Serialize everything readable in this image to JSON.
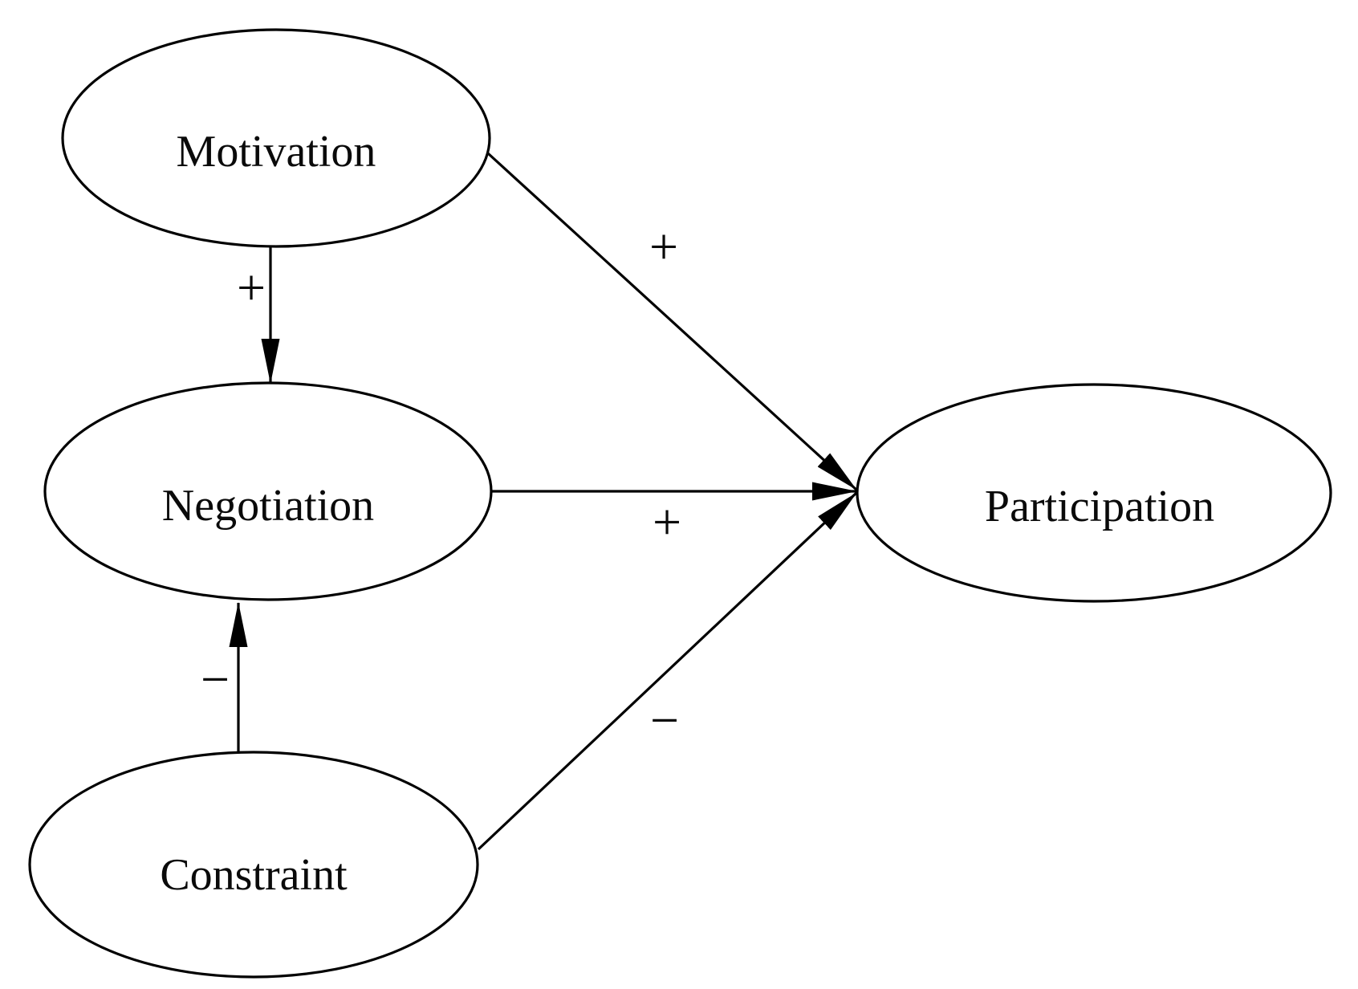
{
  "diagram": {
    "type": "path-model",
    "nodes": [
      {
        "id": "motivation",
        "label": "Motivation"
      },
      {
        "id": "negotiation",
        "label": "Negotiation"
      },
      {
        "id": "constraint",
        "label": "Constraint"
      },
      {
        "id": "participation",
        "label": "Participation"
      }
    ],
    "edges": [
      {
        "from": "Motivation",
        "to": "Negotiation",
        "sign": "+"
      },
      {
        "from": "Motivation",
        "to": "Participation",
        "sign": "+"
      },
      {
        "from": "Negotiation",
        "to": "Participation",
        "sign": "+"
      },
      {
        "from": "Constraint",
        "to": "Negotiation",
        "sign": "−"
      },
      {
        "from": "Constraint",
        "to": "Participation",
        "sign": "−"
      }
    ],
    "colors": {
      "stroke": "#000000",
      "fill": "#ffffff",
      "text": "#0a0a0a"
    }
  }
}
